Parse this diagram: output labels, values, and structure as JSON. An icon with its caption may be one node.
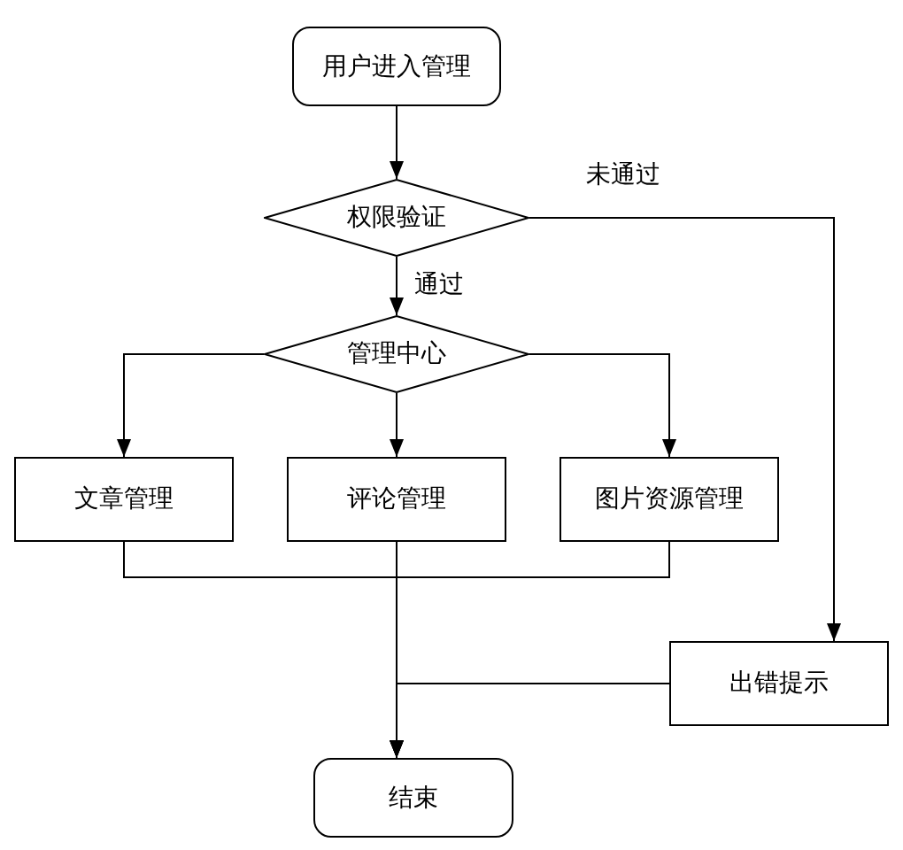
{
  "diagram": {
    "nodes": [
      {
        "text": [
          "用户进入管理"
        ]
      },
      {
        "text": [
          "权限验证"
        ]
      },
      {
        "text": [
          "管理中心"
        ]
      },
      {
        "text": [
          "文章管理"
        ]
      },
      {
        "text": [
          "评论管理"
        ]
      },
      {
        "text": [
          "图片资源管理"
        ]
      },
      {
        "text": [
          "出错提示"
        ]
      },
      {
        "text": [
          "结束"
        ]
      }
    ],
    "edges": [
      {
        "from": 0,
        "to": 1,
        "arrow": "to"
      },
      {
        "from": 1,
        "to": 2,
        "arrow": "to",
        "label": "通过"
      },
      {
        "from": 1,
        "to": 6,
        "arrow": "to",
        "label": "未通过"
      },
      {
        "from": 2,
        "to": 3,
        "arrow": "to"
      },
      {
        "from": 2,
        "to": 4,
        "arrow": "to"
      },
      {
        "from": 2,
        "to": 5,
        "arrow": "to"
      },
      {
        "from": 3,
        "to": 7,
        "arrow": "to"
      },
      {
        "from": 4,
        "to": 7,
        "arrow": "to"
      },
      {
        "from": 5,
        "to": 7,
        "arrow": "to"
      },
      {
        "from": 6,
        "to": 7,
        "arrow": "to"
      }
    ]
  }
}
